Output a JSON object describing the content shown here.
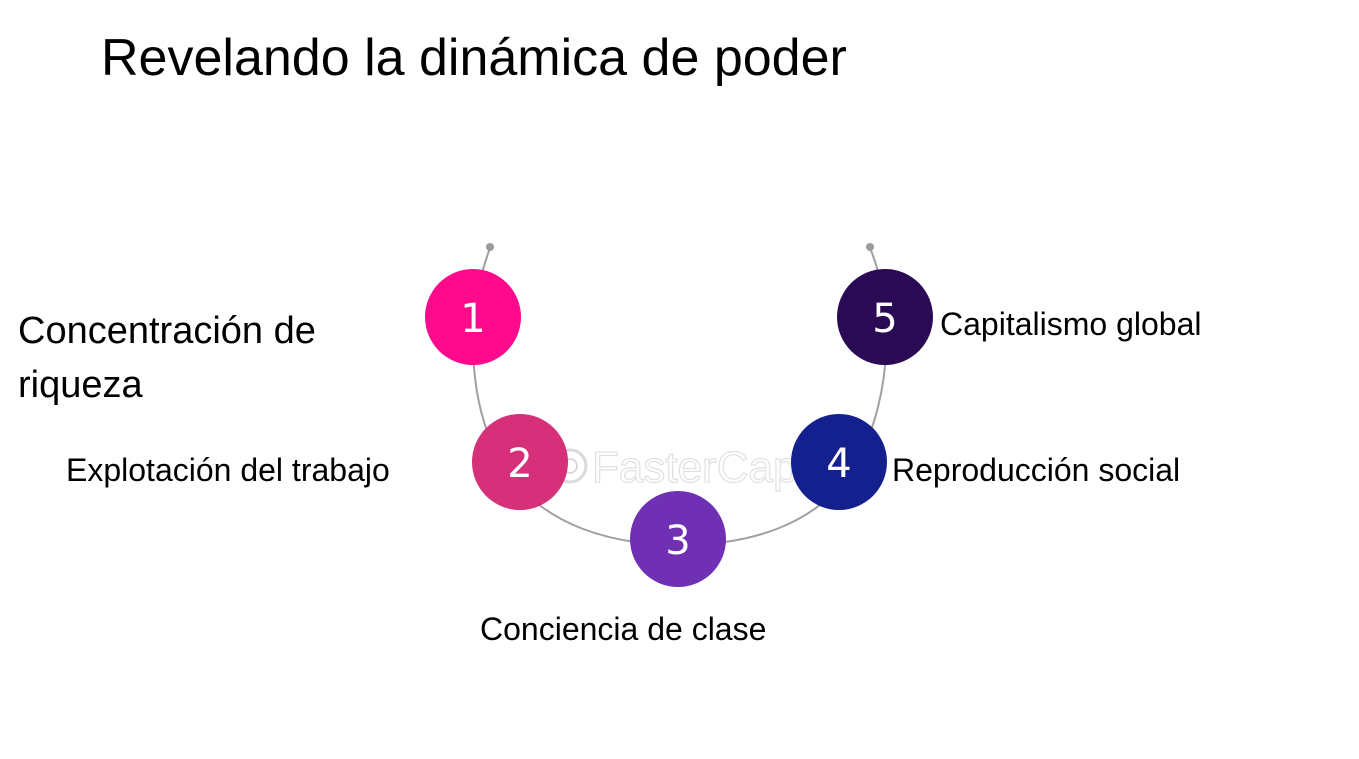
{
  "title": "Revelando la dinámica de poder",
  "watermark": "FasterCapital",
  "colors": {
    "step1": "#ff0a8c",
    "step2": "#d6307a",
    "step3": "#6f30b4",
    "step4": "#14208e",
    "step5": "#2a0a54",
    "arc": "#a0a0a0"
  },
  "steps": [
    {
      "number": "1",
      "label": "Concentración de riqueza"
    },
    {
      "number": "2",
      "label": "Explotación del trabajo"
    },
    {
      "number": "3",
      "label": "Conciencia de clase"
    },
    {
      "number": "4",
      "label": "Reproducción social"
    },
    {
      "number": "5",
      "label": "Capitalismo global"
    }
  ]
}
